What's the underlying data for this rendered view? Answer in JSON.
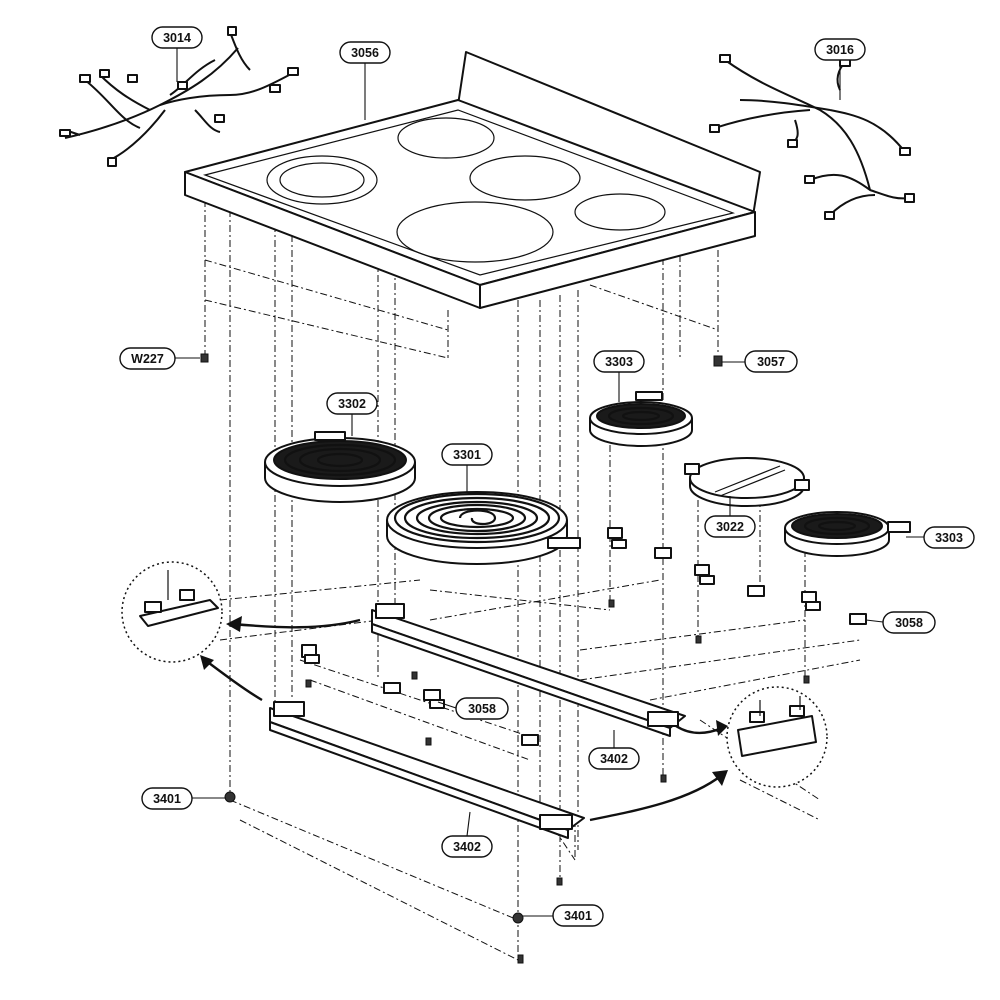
{
  "callouts": [
    {
      "id": "3014",
      "text": "3014"
    },
    {
      "id": "3056",
      "text": "3056"
    },
    {
      "id": "3016",
      "text": "3016"
    },
    {
      "id": "W227",
      "text": "W227"
    },
    {
      "id": "3057",
      "text": "3057"
    },
    {
      "id": "3303a",
      "text": "3303"
    },
    {
      "id": "3302",
      "text": "3302"
    },
    {
      "id": "3301",
      "text": "3301"
    },
    {
      "id": "3022",
      "text": "3022"
    },
    {
      "id": "3303b",
      "text": "3303"
    },
    {
      "id": "3058a",
      "text": "3058"
    },
    {
      "id": "3058b",
      "text": "3058"
    },
    {
      "id": "3402a",
      "text": "3402"
    },
    {
      "id": "3402b",
      "text": "3402"
    },
    {
      "id": "3401a",
      "text": "3401"
    },
    {
      "id": "3401b",
      "text": "3401"
    }
  ],
  "icons": {
    "glass_cooktop": "cooktop-glass-top-icon",
    "wire_harness": "wire-harness-icon",
    "radiant_element": "radiant-element-icon",
    "bracket": "mounting-bracket-icon",
    "screw": "screw-icon",
    "detail_view": "magnified-detail-icon"
  },
  "colors": {
    "line": "#111111",
    "background": "#ffffff"
  }
}
